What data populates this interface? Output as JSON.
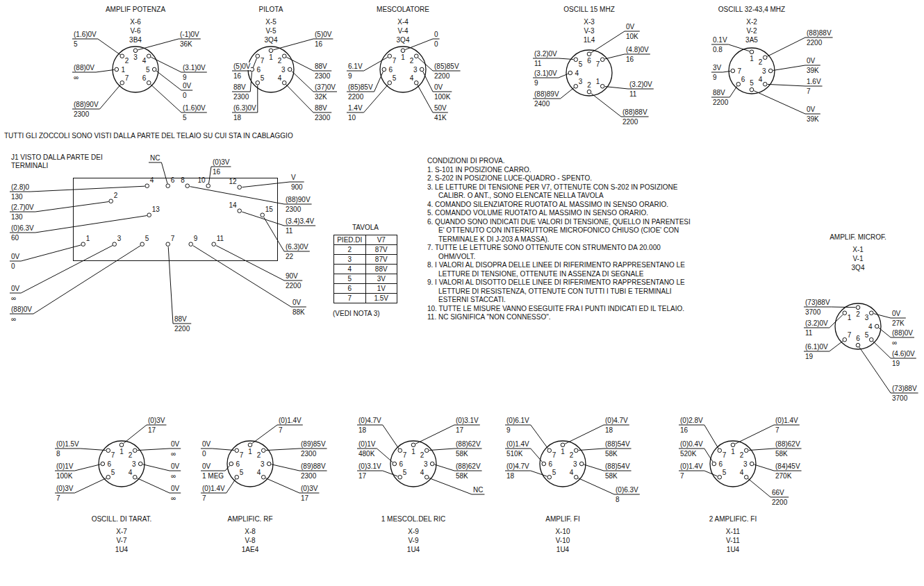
{
  "diagram": {
    "nodes": [
      {
        "text": [
          "AMPLIF POTENZA",
          "X-6",
          "V-6",
          "3B4",
          "1",
          "2",
          "3",
          "4",
          "5",
          "6",
          "7"
        ]
      },
      {
        "text": [
          "PILOTA",
          "X-5",
          "V-5",
          "3Q4",
          "1",
          "2",
          "3",
          "4",
          "5",
          "6",
          "7"
        ]
      },
      {
        "text": [
          "MESCOLATORE",
          "X-4",
          "V-4",
          "3Q4",
          "1",
          "2",
          "3",
          "4",
          "5",
          "6",
          "7"
        ]
      },
      {
        "text": [
          "OSCILL 15 MHZ",
          "X-3",
          "V-3",
          "1L4",
          "1",
          "2",
          "3",
          "4",
          "5",
          "6",
          "7"
        ]
      },
      {
        "text": [
          "OSCILL 32-43,4 MHZ",
          "X-2",
          "V-2",
          "3A5",
          "1",
          "2",
          "3",
          "4",
          "5",
          "6",
          "7"
        ]
      },
      {
        "text": [
          "J1 VISTO DALLA PARTE DEI TERMINALI",
          "2",
          "4",
          "6",
          "8",
          "10",
          "12",
          "13",
          "14",
          "15",
          "1",
          "3",
          "5",
          "7",
          "9",
          "11"
        ]
      },
      {
        "text": [
          "TAVOLA",
          "PIED.DI",
          "V7",
          "2",
          "87V",
          "3",
          "87V",
          "4",
          "88V",
          "5",
          "3V",
          "6",
          "1V",
          "7",
          "1.5V"
        ]
      },
      {
        "text": [
          "AMPLIF. MICROF.",
          "X-1",
          "V-1",
          "3Q4",
          "1",
          "2",
          "3",
          "4",
          "5",
          "6",
          "7"
        ]
      },
      {
        "text": [
          "OSCILL. DI TARAT.",
          "X-7",
          "V-7",
          "1U4",
          "1",
          "2",
          "3",
          "4",
          "5",
          "6",
          "7"
        ]
      },
      {
        "text": [
          "AMPLIFIC. RF",
          "X-8",
          "V-8",
          "1AE4",
          "1",
          "2",
          "3",
          "4",
          "5",
          "6",
          "7"
        ]
      },
      {
        "text": [
          "1 MESCOL.DEL RIC",
          "X-9",
          "V-9",
          "1U4",
          "1",
          "2",
          "3",
          "4",
          "5",
          "6",
          "7"
        ]
      },
      {
        "text": [
          "AMPLIF. FI",
          "X-10",
          "V-10",
          "1U4",
          "1",
          "2",
          "3",
          "4",
          "5",
          "6",
          "7"
        ]
      },
      {
        "text": [
          "2 AMPLIFIC. FI",
          "X-11",
          "V-11",
          "1U4",
          "1",
          "2",
          "3",
          "4",
          "5",
          "6",
          "7"
        ]
      }
    ],
    "labels": [
      "(1.6)0V",
      "5",
      "(88)0V",
      "∞",
      "(88)90V",
      "2300",
      "(-1)0V",
      "36K",
      "(3.1)0V",
      "9",
      "0V",
      "0",
      "(1.6)0V",
      "5",
      "(5)0V",
      "16",
      "88V",
      "2300",
      "(6.3)0V",
      "18",
      "(5)0V",
      "16",
      "88V",
      "2300",
      "(37)0V",
      "32K",
      "88V",
      "2300",
      "6.1V",
      "9",
      "(85)85V",
      "2200",
      "1.4V",
      "10",
      "0",
      "0",
      "(85)85V",
      "2200",
      "0V",
      "100K",
      "50V",
      "41K",
      "(3.2)0V",
      "11",
      "(3.1)0V",
      "9",
      "(88)89V",
      "2400",
      "0V",
      "10K",
      "(4.8)0V",
      "16",
      "(3.2)0V",
      "11",
      "(88)88V",
      "2200",
      "0.1V",
      "0.8",
      "3V",
      "9",
      "88V",
      "2200",
      "(88)88V",
      "2200",
      "0V",
      "39K",
      "1.6V",
      "7",
      "0V",
      "39K",
      "TUTTI GLI ZOCCOLI SONO VISTI DALLA PARTE DEL TELAIO SU CUI STA IN CABLAGGIO",
      "NC",
      "(0)3V",
      "16",
      "(2.8)0",
      "130",
      "(2.7)0V",
      "130",
      "(0)6.3V",
      "60",
      "0V",
      "0",
      "0V",
      "∞",
      "(88)0V",
      "∞",
      "V",
      "900",
      "(88)90V",
      "2300",
      "(3.4)3.4V",
      "11",
      "(6.3)0V",
      "22",
      "90V",
      "2200",
      "0V",
      "88K",
      "88V",
      "2200",
      "(VEDI NOTA 3)",
      "CONDIZIONI DI PROVA.",
      "1. S-101 IN POSIZIONE CARRO.",
      "2. S-202 IN POSIZIONE LUCE-QUADRO - SPENTO.",
      "3. LE LETTURE DI TENSIONE PER V7, OTTENUTE CON S-202 IN POSIZIONE CALIBR. O ANT., SONO ELENCATE NELLA TAVOLA",
      "4. COMANDO SILENZIATORE RUOTATO AL MASSIMO IN SENSO ORARIO.",
      "5. COMANDO VOLUME RUOTATO AL MASSIMO IN SENSO ORARIO.",
      "6. QUANDO SONO INDICATI DUE VALORI DI TENSIONE, QUELLO IN PARENTESI E' OTTENUTO CON INTERRUTTORE MICROFONICO CHIUSO (CIOE' CON TERMINALE K DI J-203 A MASSA).",
      "7. TUTTE LE LETTURE SONO OTTENUTE CON STRUMENTO DA 20.000 OHM/VOLT.",
      "8. I VALORI AL DISOPRA DELLE LINEE DI RIFERIMENTO RAPPRESENTANO LE LETTURE DI TENSIONE, OTTENUTE IN ASSENZA DI SEGNALE",
      "9. I VALORI AL DISOTTO DELLE LINEE DI RIFERIMENTO RAPPRESENTANO LE LETTURE DI RESISTENZA, OTTENUTE CON TUTTI I TUBI E TERMINALI ESTERNI STACCATI.",
      "10. TUTTE LE MISURE VANNO ESEGUITE FRA I PUNTI INDICATI ED IL TELAIO.",
      "11. NC SIGNIFICA \"NON CONNESSO\".",
      "(73)88V",
      "3700",
      "(3.2)0V",
      "11",
      "(6.1)0V",
      "19",
      "0V",
      "27K",
      "(88)0V",
      "∞",
      "(4.6)0V",
      "19",
      "(73)88V",
      "3700",
      "(0)1.5V",
      "8",
      "(0)1V",
      "100K",
      "(0)3V",
      "7",
      "(0)3V",
      "17",
      "0V",
      "∞",
      "0V",
      "∞",
      "0V",
      "∞",
      "0V",
      "0",
      "0V",
      "1 MEG",
      "(0)1.4V",
      "7",
      "(0)1.4V",
      "7",
      "(89)85V",
      "2300",
      "(89)88V",
      "2300",
      "(0)3V",
      "17",
      "(0)4.7V",
      "18",
      "(0)1V",
      "480K",
      "(0)3.1V",
      "17",
      "(0)3.1V",
      "17",
      "(88)62V",
      "58K",
      "(88)62V",
      "58K",
      "NC",
      "(0)6.1V",
      "9",
      "(0)1.4V",
      "510K",
      "(0)4.7V",
      "18",
      "(0)4.7V",
      "18",
      "(88)54V",
      "58K",
      "(88)54V",
      "58K",
      "(0)6.3V",
      "8",
      "(0)2.8V",
      "16",
      "(0)0.4V",
      "520K",
      "(0)1.4V",
      "7",
      "(0)1.4V",
      "7",
      "(88)62V",
      "58K",
      "(84)45V",
      "270K",
      "66V",
      "2200"
    ]
  }
}
